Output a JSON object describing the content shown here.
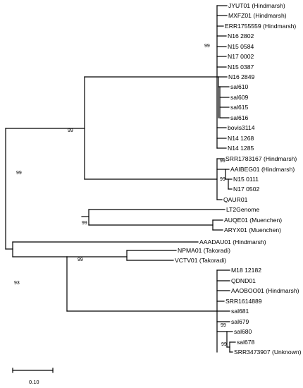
{
  "diagram": {
    "type": "phylogenetic-tree",
    "tips": [
      "JYUT01 (Hindmarsh)",
      "MXFZ01 (Hindmarsh)",
      "ERR1755559 (Hindmarsh)",
      "N16 2802",
      "N15 0584",
      "N17 0002",
      "N15 0387",
      "N16 2849",
      "sal610",
      "sal609",
      "sal615",
      "sal616",
      "bovis3114",
      "N14 1268",
      "N14 1285",
      "SRR1783167 (Hindmarsh)",
      "AAIBEG01 (Hindmarsh)",
      "N15 0111",
      "N17 0502",
      "QAUR01",
      "LT2Genome",
      "AUQE01 (Muenchen)",
      "ARYX01 (Muenchen)",
      "AAADAU01 (Hindmarsh)",
      "NPMA01 (Takoradi)",
      "VCTV01 (Takoradi)",
      "M18 12182",
      "QDND01",
      "AAOBOO01 (Hindmarsh)",
      "SRR1614889",
      "sal681",
      "sal679",
      "sal680",
      "sal678",
      "SRR3473907 (Unknown)"
    ],
    "support_values": [
      "99",
      "99",
      "99",
      "99",
      "99",
      "99",
      "99",
      "93",
      "99",
      "99"
    ],
    "scale_bar": {
      "label": "0.10",
      "value": 0.1
    }
  }
}
